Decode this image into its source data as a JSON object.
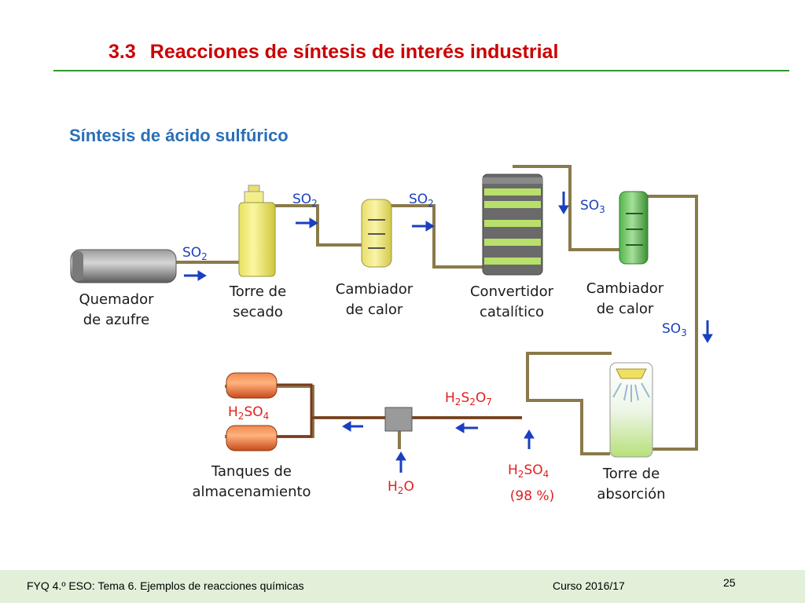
{
  "header": {
    "section_number": "3.3",
    "section_title": "Reacciones de síntesis de interés industrial"
  },
  "subtitle": "Síntesis de ácido sulfúrico",
  "labels": {
    "burner": [
      "Quemador",
      "de azufre"
    ],
    "drying_tower": [
      "Torre de",
      "secado"
    ],
    "heat_exchanger_1": [
      "Cambiador",
      "de calor"
    ],
    "catalytic_converter": [
      "Convertidor",
      "catalítico"
    ],
    "heat_exchanger_2": [
      "Cambiador",
      "de calor"
    ],
    "absorption_tower": [
      "Torre de",
      "absorción"
    ],
    "storage_tanks": [
      "Tanques de",
      "almacenamiento"
    ],
    "acid_concentration": "(98 %)"
  },
  "formulas": {
    "so2": {
      "base": "SO",
      "sub": "2"
    },
    "so3": {
      "base": "SO",
      "sub": "3"
    },
    "h2so4": [
      {
        "t": "H"
      },
      {
        "s": "2"
      },
      {
        "t": "SO"
      },
      {
        "s": "4"
      }
    ],
    "h2s2o7": [
      {
        "t": "H"
      },
      {
        "s": "2"
      },
      {
        "t": "S"
      },
      {
        "s": "2"
      },
      {
        "t": "O"
      },
      {
        "s": "7"
      }
    ],
    "h2o": [
      {
        "t": "H"
      },
      {
        "s": "2"
      },
      {
        "t": "O"
      }
    ]
  },
  "footer": {
    "course": "FYQ  4.º ESO:  Tema 6.  Ejemplos de reacciones químicas",
    "year": "Curso 2016/17",
    "page": "25"
  },
  "colors": {
    "title": "#cc0000",
    "subtitle": "#2a6fb6",
    "formula_blue": "#1a3fc0",
    "formula_red": "#e02020",
    "pipe": "#8a7a4a",
    "acid_pipe": "#7a3a1e"
  }
}
